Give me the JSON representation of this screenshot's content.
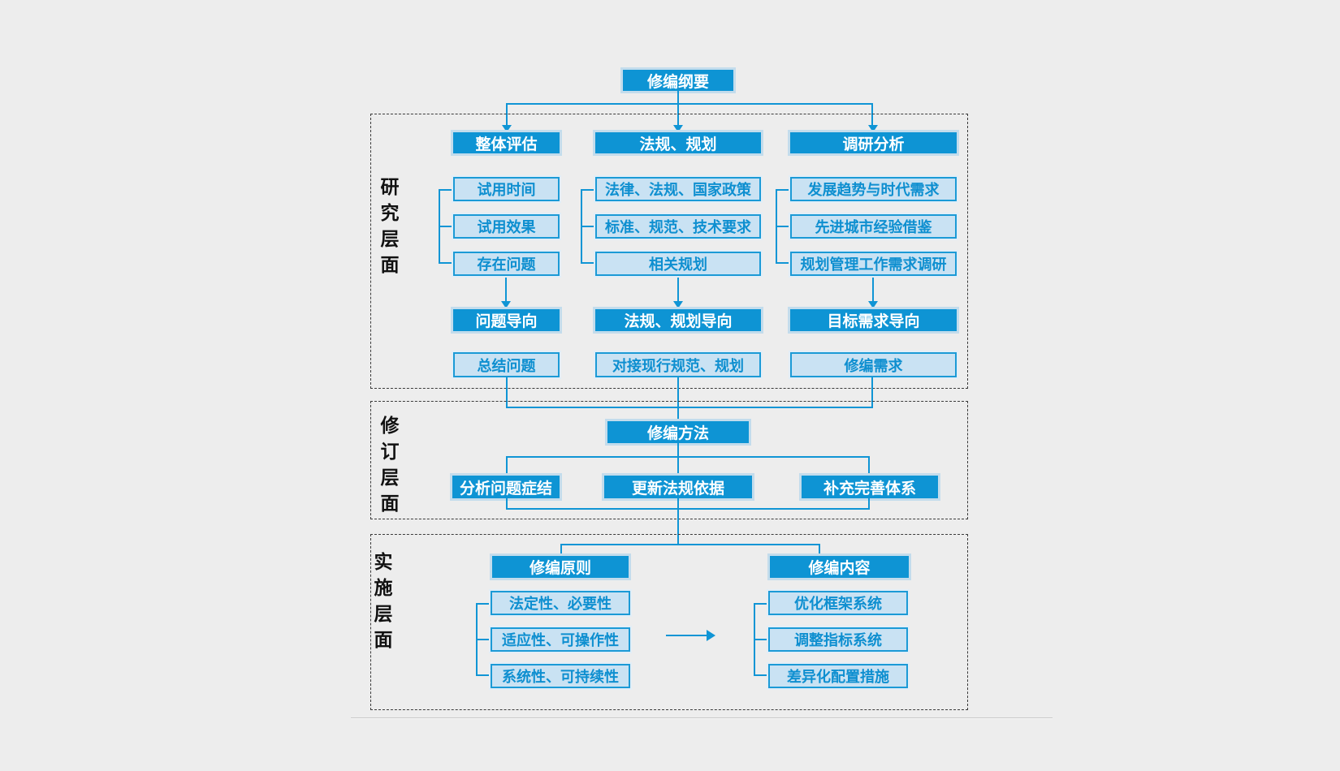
{
  "root_label": "修编纲要",
  "research": {
    "side_label": "研究层面",
    "columns": [
      {
        "header": "整体评估",
        "items": [
          "试用时间",
          "试用效果",
          "存在问题"
        ],
        "orientation": "问题导向",
        "summary": "总结问题"
      },
      {
        "header": "法规、规划",
        "items": [
          "法律、法规、国家政策",
          "标准、规范、技术要求",
          "相关规划"
        ],
        "orientation": "法规、规划导向",
        "summary": "对接现行规范、规划"
      },
      {
        "header": "调研分析",
        "items": [
          "发展趋势与时代需求",
          "先进城市经验借鉴",
          "规划管理工作需求调研"
        ],
        "orientation": "目标需求导向",
        "summary": "修编需求"
      }
    ]
  },
  "revision": {
    "side_label": "修订层面",
    "method": "修编方法",
    "actions": [
      "分析问题症结",
      "更新法规依据",
      "补充完善体系"
    ]
  },
  "implementation": {
    "side_label": "实施层面",
    "groups": [
      {
        "header": "修编原则",
        "items": [
          "法定性、必要性",
          "适应性、可操作性",
          "系统性、可持续性"
        ]
      },
      {
        "header": "修编内容",
        "items": [
          "优化框架系统",
          "调整指标系统",
          "差异化配置措施"
        ]
      }
    ]
  },
  "colors": {
    "accent_blue": "#0e94d4",
    "light_fill": "#c9e2f3",
    "light_border": "#1b9ad6",
    "line": "#1095d5",
    "background": "#ededed"
  }
}
